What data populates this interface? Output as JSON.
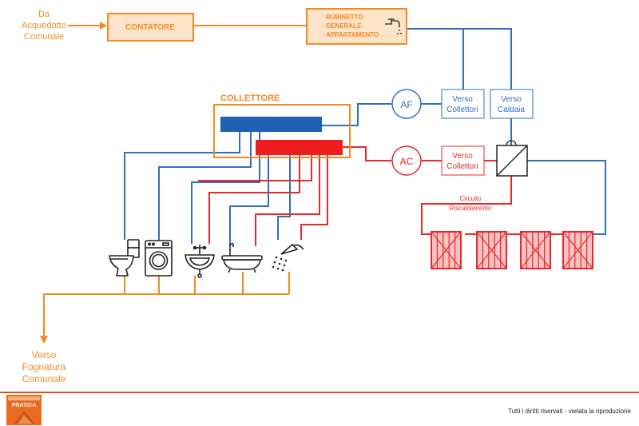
{
  "source_label": [
    "Da",
    "Acquedotto",
    "Comunale"
  ],
  "contatore": "CONTATORE",
  "rubinetto": [
    "RUBINETTO",
    "GENERALE",
    "APPARTAMENTO"
  ],
  "collettore": "COLLETTORE",
  "af": "AF",
  "ac": "AC",
  "verso_collettori_cold": [
    "Verso",
    "Collettori"
  ],
  "verso_caldaia": [
    "Verso",
    "Caldaia"
  ],
  "verso_collettori_hot": [
    "Verso",
    "Collettori"
  ],
  "circuito": [
    "Circuito",
    "Riscaldamento"
  ],
  "fognatura": [
    "Verso",
    "Fognatura",
    "Comunale"
  ],
  "footer_text": "Tutti i diritti riservati - vietata la riproduzione",
  "logo_text": "PRATICA",
  "colors": {
    "orange": "#f28a24",
    "blue": "#2f6fc0",
    "red": "#e8282a",
    "dark": "#222222"
  },
  "icons": [
    "toilet-icon",
    "washing-machine-icon",
    "sink-icon",
    "bathtub-icon",
    "shower-icon",
    "faucet-icon",
    "boiler-icon",
    "radiator-icon"
  ]
}
